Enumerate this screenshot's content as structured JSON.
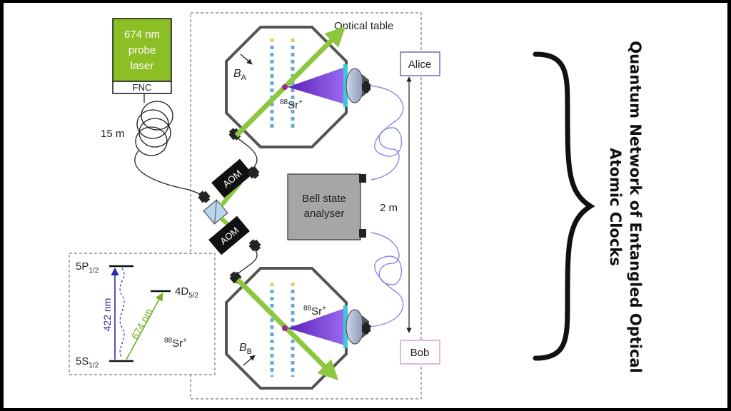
{
  "colors": {
    "laser_green": "#8cbf26",
    "beam_green": "#8dc63f",
    "purple": "#7b3fe0",
    "fiber_blue": "#8a8ae6",
    "dark": "#2a2a2a",
    "box_gray": "#a6a6a6",
    "alice_border": "#6b5fb5",
    "bob_border": "#d79bd0"
  },
  "laser": {
    "line1": "674 nm",
    "line2": "probe",
    "line3": "laser",
    "fnc": "FNC"
  },
  "fiber_length": "15 m",
  "optical_table_label": "Optical table",
  "aom_label": "AOM",
  "aom2_label": "AOM",
  "trap_a": {
    "field_label": "B",
    "field_sub": "A",
    "ion_mass": "88",
    "ion_symbol": "Sr",
    "ion_charge": "+"
  },
  "trap_b": {
    "field_label": "B",
    "field_sub": "B",
    "ion_mass": "88",
    "ion_symbol": "Sr",
    "ion_charge": "+"
  },
  "bsa": {
    "line1": "Bell state",
    "line2": "analyser"
  },
  "distance_label": "2 m",
  "alice_label": "Alice",
  "bob_label": "Bob",
  "levels": {
    "p_label": "5P",
    "p_sub": "1/2",
    "d_label": "4D",
    "d_sub": "5/2",
    "s_label": "5S",
    "s_sub": "1/2",
    "blue_transition": "422 nm",
    "green_transition": "674 nm",
    "ion_mass": "88",
    "ion_symbol": "Sr",
    "ion_charge": "+"
  },
  "side_title": {
    "line1": "Quantum Network of Entangled Optical",
    "line2": "Atomic Clocks"
  },
  "icons": [
    "curly-brace-icon",
    "fiber-coupler-icon",
    "beam-splitter-icon",
    "arrow-icon"
  ]
}
